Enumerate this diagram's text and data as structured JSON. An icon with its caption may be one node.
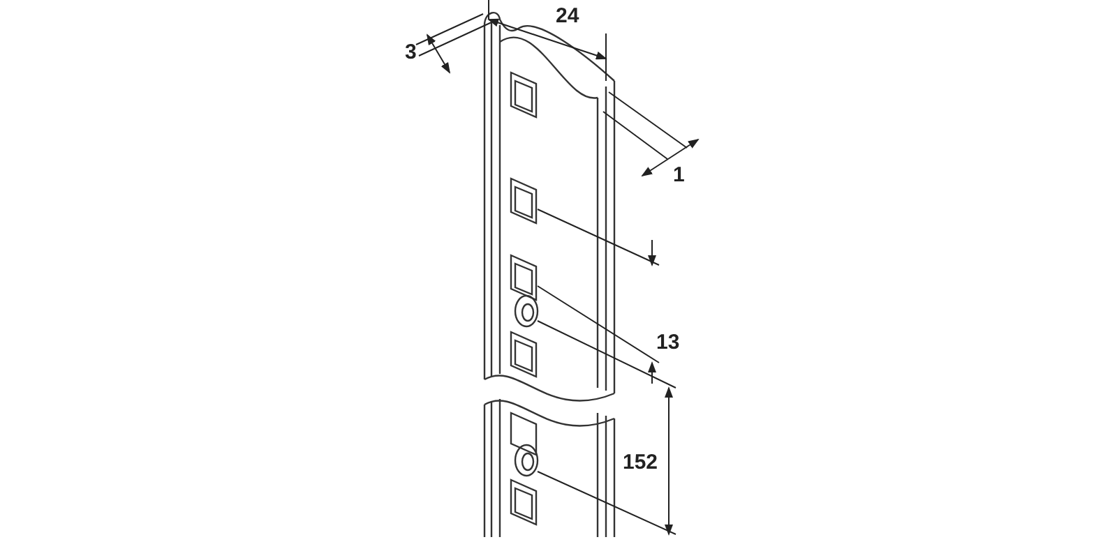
{
  "diagram": {
    "labels": [
      "3",
      "24",
      "1",
      "13",
      "152"
    ]
  }
}
